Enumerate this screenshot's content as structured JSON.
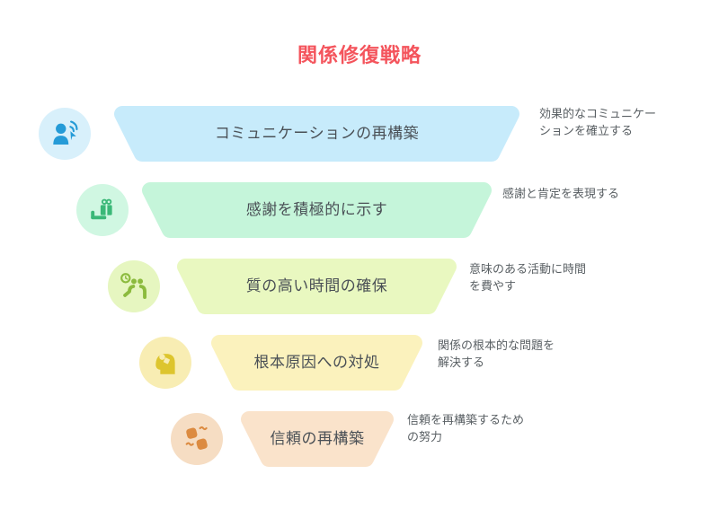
{
  "page": {
    "background": "#ffffff"
  },
  "title": {
    "text": "関係修復戦略",
    "color": "#f4545c"
  },
  "funnel": {
    "steps": [
      {
        "label": "コミュニケーションの再構築",
        "description": "効果的なコミュニケーションを確立する",
        "icon": "communication-person-icon",
        "bar_color": "#c7ebfb",
        "circle_color": "#d8f0fb",
        "icon_color": "#259bd7"
      },
      {
        "label": "感謝を積極的に示す",
        "description": "感謝と肯定を表現する",
        "icon": "gift-in-hand-icon",
        "bar_color": "#c5f5da",
        "circle_color": "#d0f7e2",
        "icon_color": "#3bb878"
      },
      {
        "label": "質の高い時間の確保",
        "description": "意味のある活動に時間を費やす",
        "icon": "quality-time-icon",
        "bar_color": "#e9f8c0",
        "circle_color": "#e6f6c0",
        "icon_color": "#8cbb3e"
      },
      {
        "label": "根本原因への対処",
        "description": "関係の根本的な問題を解決する",
        "icon": "head-puzzle-icon",
        "bar_color": "#fbf2bd",
        "circle_color": "#f8edb3",
        "icon_color": "#ddc52e"
      },
      {
        "label": "信頼の再構築",
        "description": "信頼を再構築するための努力",
        "icon": "trust-handshake-icon",
        "bar_color": "#fae3cb",
        "circle_color": "#f6ddc3",
        "icon_color": "#dc8b41"
      }
    ]
  }
}
